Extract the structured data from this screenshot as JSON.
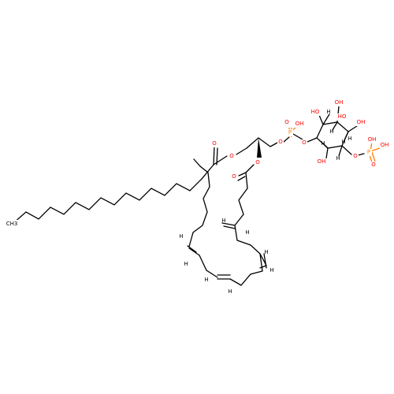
{
  "molecule": {
    "colors": {
      "carbon": "#000000",
      "oxygen": "#ff0000",
      "phosphorus": "#ff8000",
      "hydrogen": "#000000"
    },
    "labels": {
      "terminal_methyl": "CH3",
      "ester1_carbonyl_O": "O",
      "ester1_O": "O",
      "ester2_O": "O",
      "ester2_carbonyl_O": "O",
      "glycerol_O3": "O",
      "phosphodiester_P": "P",
      "phosphodiester_eqO": "O",
      "phosphodiester_OH": "OH",
      "phosphodiester_O_ring": "O",
      "ring_OH_1": "HO",
      "ring_OH_2": "OH",
      "ring_OH_3": "OH",
      "ring_OH_4": "OH",
      "ring_OH_5": "HO",
      "monophosphate_O": "O",
      "monophosphate_P": "P",
      "monophosphate_OH1": "OH",
      "monophosphate_OH2": "OH",
      "monophosphate_eqO": "O",
      "H_ring_1": "H",
      "H_ring_2": "H",
      "H_ring_3": "H",
      "H_ring_4": "H",
      "H_ring_5": "H",
      "H_ring_6": "H",
      "H_alkene_1": "H",
      "H_alkene_2": "H",
      "H_alkene_3": "H",
      "H_alkene_4": "H",
      "H_alkene_5": "H",
      "H_alkene_6": "H",
      "H_alkene_7": "H",
      "H_alkene_8": "H"
    }
  }
}
